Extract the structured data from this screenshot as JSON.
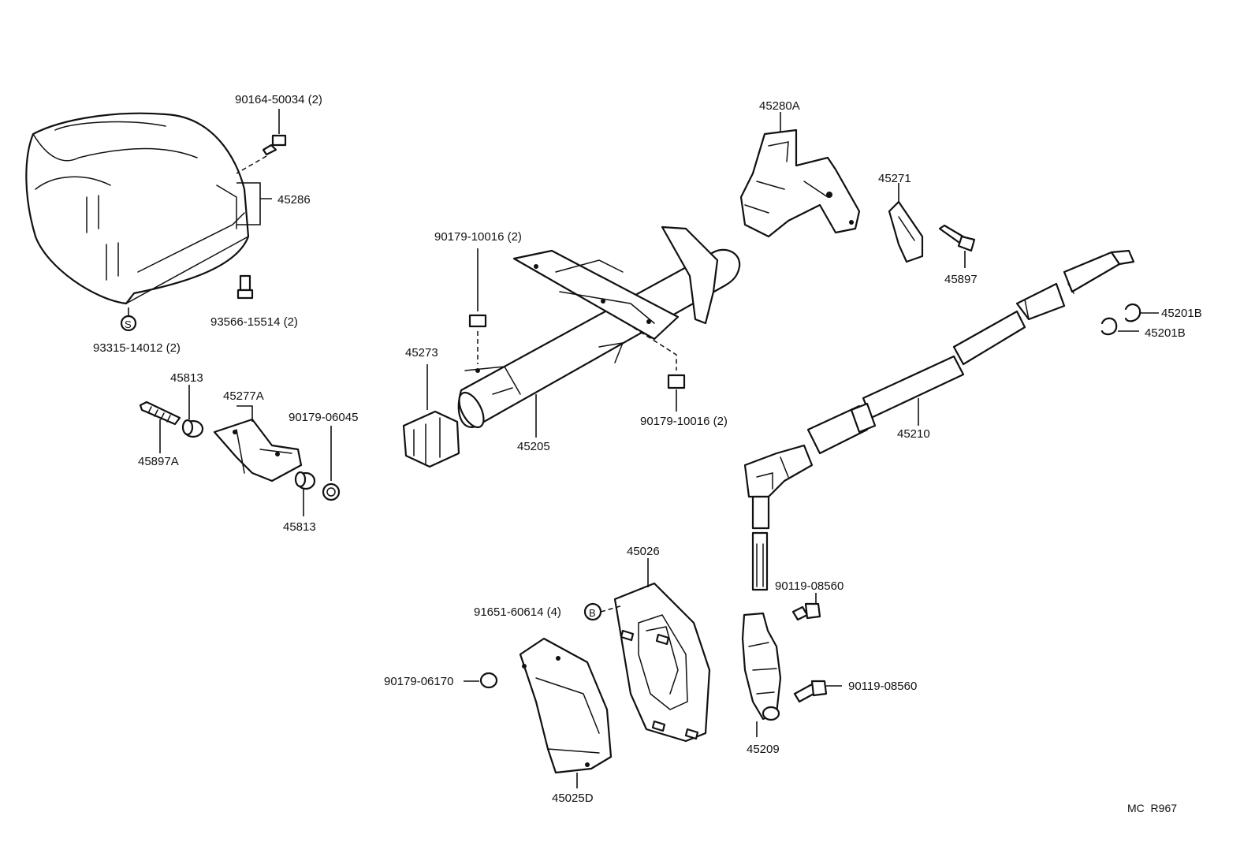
{
  "labels": {
    "p90164_50034": "90164-50034 (2)",
    "p45286": "45286",
    "p93566_15514": "93566-15514 (2)",
    "p93315_14012": "93315-14012 (2)",
    "s_mark": "S",
    "p45813_top": "45813",
    "p45277A": "45277A",
    "p90179_06045": "90179-06045",
    "p45897A": "45897A",
    "p45813_bottom": "45813",
    "p90179_10016_top": "90179-10016 (2)",
    "p45273": "45273",
    "p45205": "45205",
    "p90179_10016_right": "90179-10016 (2)",
    "p45280A": "45280A",
    "p45271": "45271",
    "p45897": "45897",
    "p45201B_top": "45201B",
    "p45201B_bottom": "45201B",
    "p45210": "45210",
    "p45026": "45026",
    "p91651_60614": "91651-60614 (4)",
    "b_mark": "B",
    "p90179_06170": "90179-06170",
    "p45025D": "45025D",
    "p90119_08560_top": "90119-08560",
    "p90119_08560_bottom": "90119-08560",
    "p45209": "45209",
    "diagram_code": "MC  R967"
  }
}
